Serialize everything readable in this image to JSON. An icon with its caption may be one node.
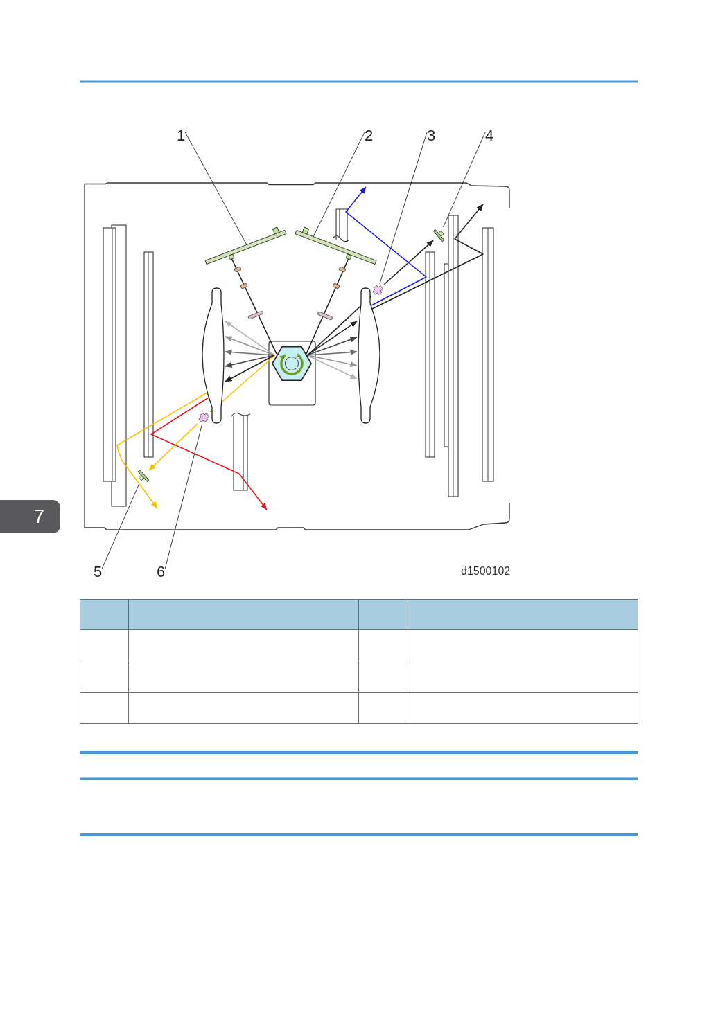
{
  "diagram": {
    "nodes": [
      {
        "text": [
          "1"
        ]
      },
      {
        "text": [
          "2"
        ]
      },
      {
        "text": [
          "3"
        ]
      },
      {
        "text": [
          "4"
        ]
      },
      {
        "text": [
          "5"
        ]
      },
      {
        "text": [
          "6"
        ]
      },
      {
        "text": [],
        "shape": "bar"
      },
      {
        "text": [],
        "shape": "bar"
      },
      {
        "text": [],
        "shape": "picture"
      },
      {
        "text": [],
        "shape": "picture"
      },
      {
        "text": [],
        "shape": "picture"
      },
      {
        "text": [],
        "shape": "picture"
      },
      {
        "text": [],
        "shape": "hexagon"
      },
      {
        "text": [],
        "shape": "lens"
      },
      {
        "text": [],
        "shape": "lens"
      }
    ],
    "edges": [
      {
        "from": 0,
        "to": 6,
        "arrow": "none"
      },
      {
        "from": 1,
        "to": 7,
        "arrow": "none"
      },
      {
        "from": 2,
        "to": 8,
        "arrow": "none"
      },
      {
        "from": 3,
        "to": 9,
        "arrow": "none"
      },
      {
        "from": 4,
        "to": 10,
        "arrow": "none"
      },
      {
        "from": 5,
        "to": 11,
        "arrow": "none"
      },
      {
        "from": 12,
        "to": 6,
        "arrow": "none"
      },
      {
        "from": 12,
        "to": 7,
        "arrow": "none"
      },
      {
        "from": 12,
        "to": 13,
        "arrow": "to",
        "color": "#b5b5b5"
      },
      {
        "from": 12,
        "to": 13,
        "arrow": "to",
        "color": "#939393"
      },
      {
        "from": 12,
        "to": 13,
        "arrow": "to",
        "color": "#707070"
      },
      {
        "from": 12,
        "to": 13,
        "arrow": "to",
        "color": "#454545"
      },
      {
        "from": 12,
        "to": 13,
        "arrow": "to"
      },
      {
        "from": 12,
        "to": 14,
        "arrow": "to"
      },
      {
        "from": 12,
        "to": 14,
        "arrow": "to",
        "color": "#454545"
      },
      {
        "from": 12,
        "to": 14,
        "arrow": "to",
        "color": "#707070"
      },
      {
        "from": 12,
        "to": 14,
        "arrow": "to",
        "color": "#939393"
      },
      {
        "from": 12,
        "to": 14,
        "arrow": "to",
        "color": "#b5b5b5"
      },
      {
        "from": 12,
        "to": 8,
        "arrow": "none"
      },
      {
        "from": 8,
        "to": 9,
        "arrow": "to"
      },
      {
        "from": 14,
        "to": null,
        "arrow": "to",
        "color": "#1a1ae6"
      },
      {
        "from": 14,
        "to": null,
        "arrow": "to"
      },
      {
        "from": 13,
        "to": null,
        "arrow": "to",
        "color": "#e8141b"
      },
      {
        "from": 12,
        "to": 11,
        "arrow": "none",
        "color": "#f5c400"
      },
      {
        "from": 11,
        "to": 10,
        "arrow": "to",
        "color": "#f5c400"
      },
      {
        "from": 13,
        "to": null,
        "arrow": "to",
        "color": "#f5c400"
      }
    ],
    "labels": [
      "7",
      "d1500102"
    ]
  }
}
